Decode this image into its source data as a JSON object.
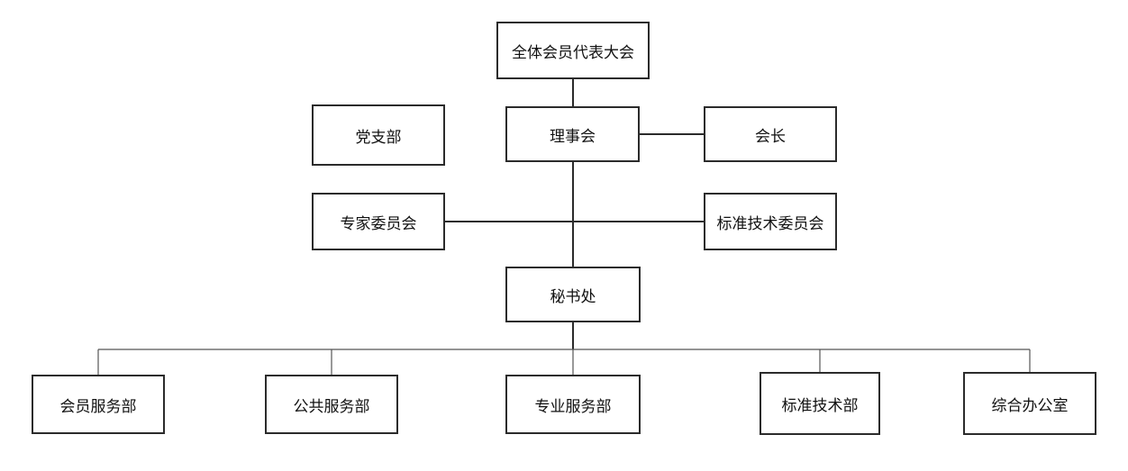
{
  "org_chart": {
    "assembly": "全体会员代表大会",
    "council": "理事会",
    "president": "会长",
    "party_branch": "党支部",
    "expert_committee": "专家委员会",
    "standards_committee": "标准技术委员会",
    "secretariat": "秘书处",
    "departments": [
      "会员服务部",
      "公共服务部",
      "专业服务部",
      "标准技术部",
      "综合办公室"
    ]
  }
}
